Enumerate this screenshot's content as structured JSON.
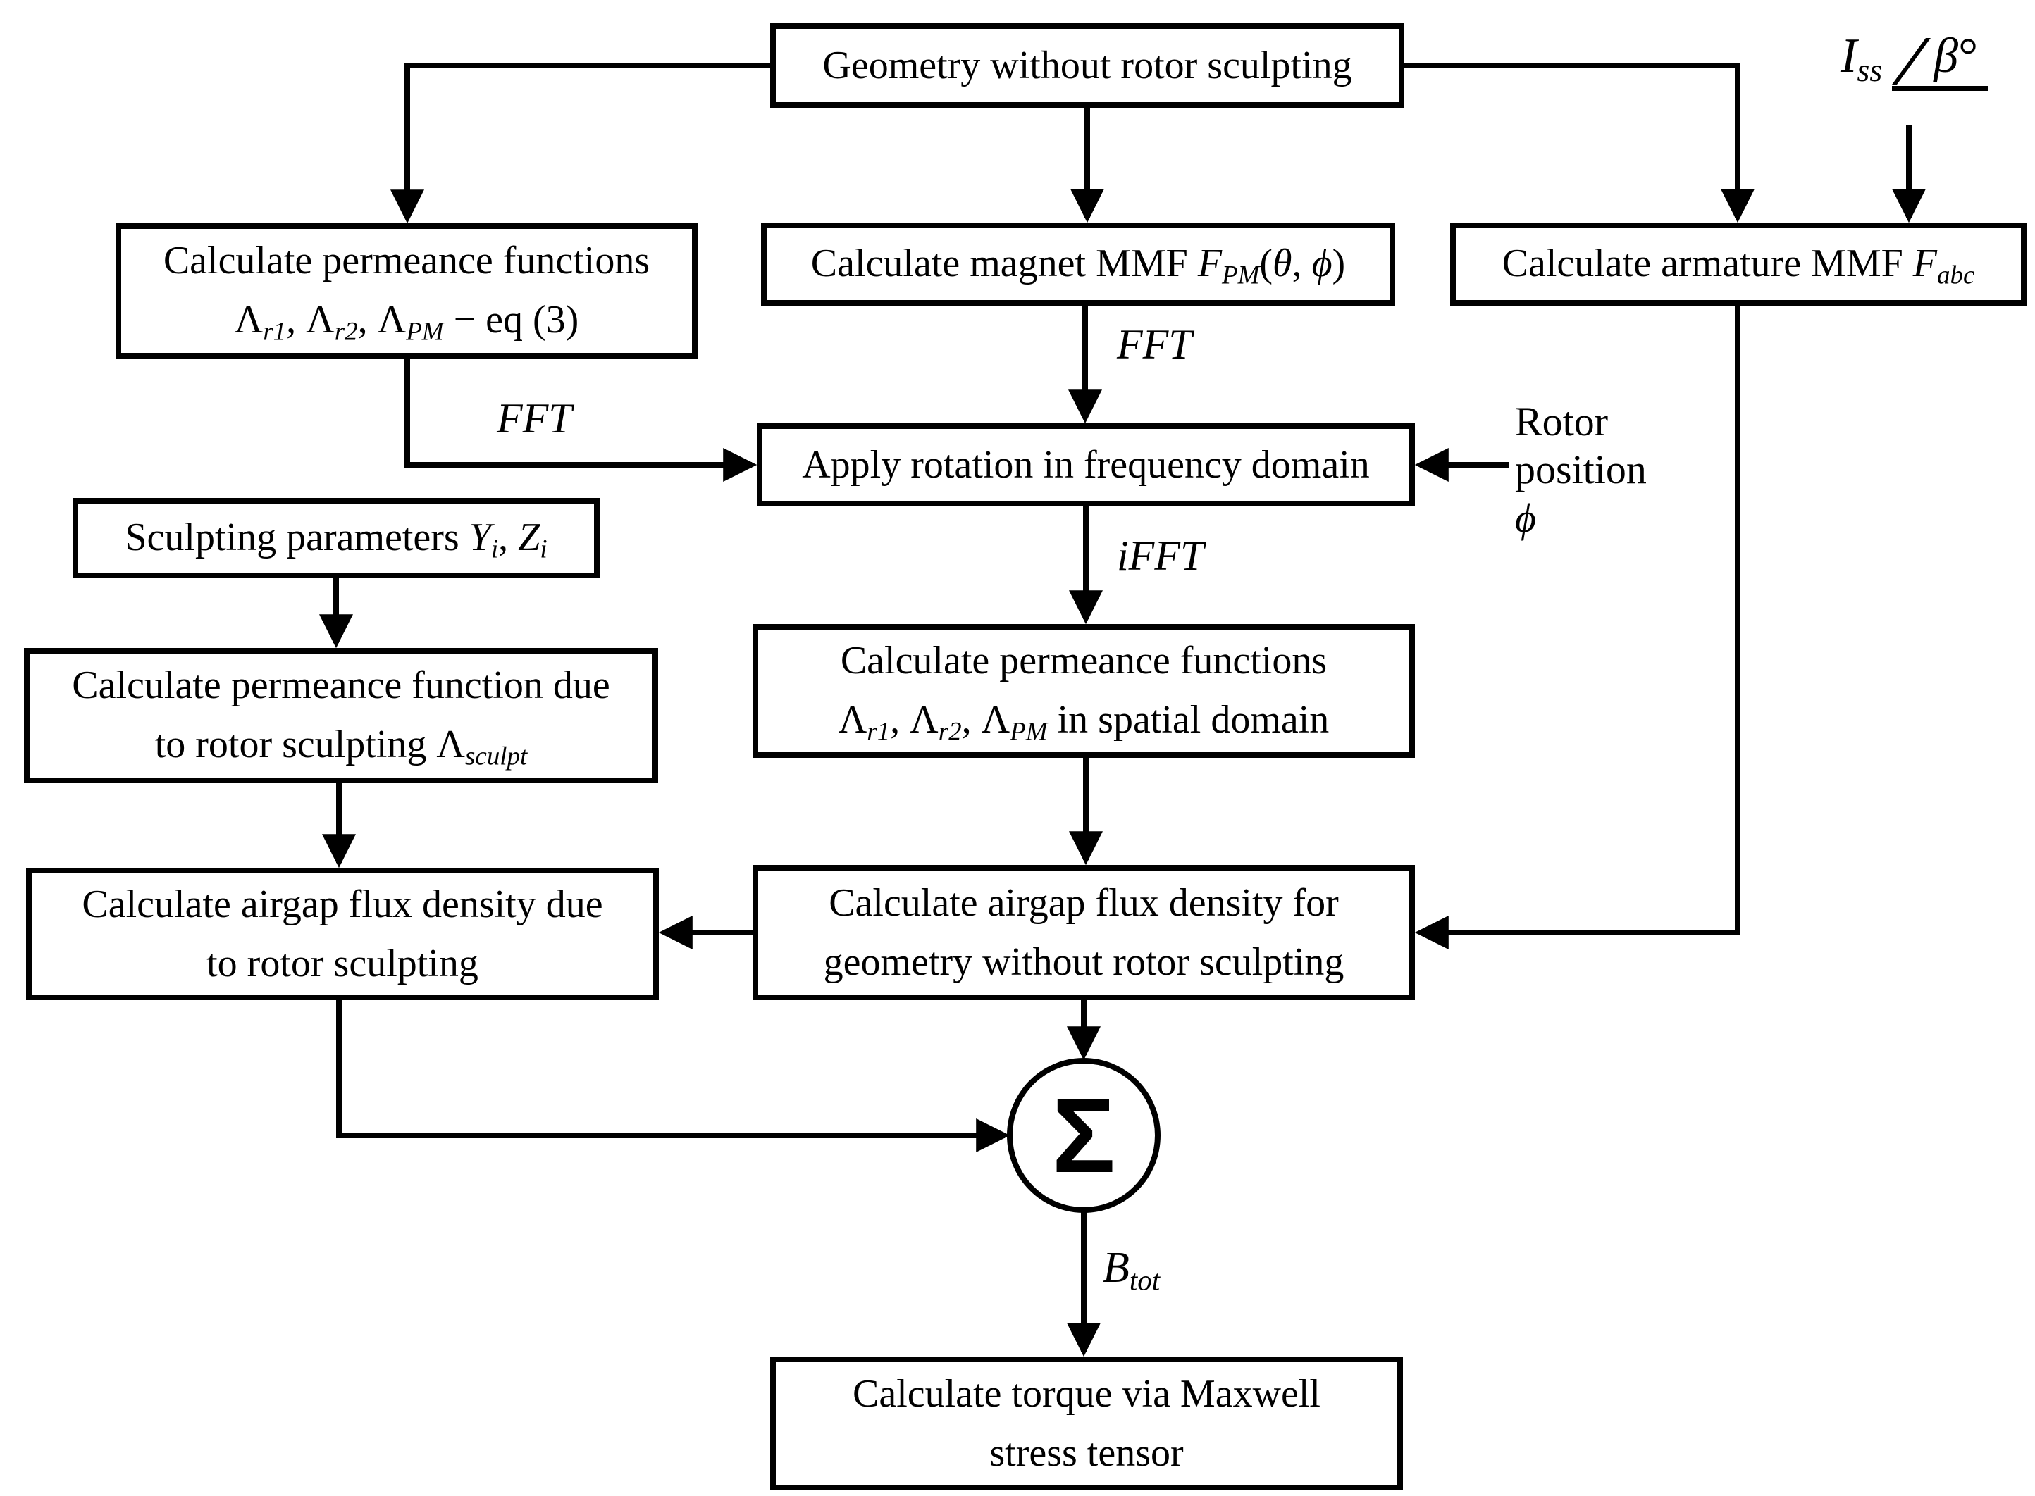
{
  "boxes": {
    "geometry": {
      "lines": [
        [
          [
            "n",
            "Geometry without rotor sculpting"
          ]
        ]
      ]
    },
    "perm_eq3": {
      "lines": [
        [
          [
            "n",
            "Calculate permeance functions"
          ]
        ],
        [
          [
            "n",
            "Λ"
          ],
          [
            "b",
            "r1"
          ],
          [
            "n",
            ", Λ"
          ],
          [
            "b",
            "r2"
          ],
          [
            "n",
            ", Λ"
          ],
          [
            "b",
            "PM"
          ],
          [
            "n",
            " − eq (3)"
          ]
        ]
      ]
    },
    "magnet_mmf": {
      "lines": [
        [
          [
            "n",
            "Calculate magnet MMF "
          ],
          [
            "i",
            "F"
          ],
          [
            "b",
            "PM"
          ],
          [
            "n",
            "("
          ],
          [
            "i",
            "θ"
          ],
          [
            "n",
            ", "
          ],
          [
            "i",
            "ϕ"
          ],
          [
            "n",
            ")"
          ]
        ]
      ]
    },
    "armature_mmf": {
      "lines": [
        [
          [
            "n",
            "Calculate armature MMF "
          ],
          [
            "i",
            "F"
          ],
          [
            "b",
            "abc"
          ]
        ]
      ]
    },
    "apply_rotation": {
      "lines": [
        [
          [
            "n",
            "Apply rotation in frequency domain"
          ]
        ]
      ]
    },
    "sculpt_params": {
      "lines": [
        [
          [
            "n",
            "Sculpting parameters "
          ],
          [
            "i",
            "Y"
          ],
          [
            "b",
            "i"
          ],
          [
            "n",
            ", "
          ],
          [
            "i",
            "Z"
          ],
          [
            "b",
            "i"
          ]
        ]
      ]
    },
    "perm_sculpt": {
      "lines": [
        [
          [
            "n",
            "Calculate permeance function due"
          ]
        ],
        [
          [
            "n",
            "to rotor sculpting Λ"
          ],
          [
            "b",
            "sculpt"
          ]
        ]
      ]
    },
    "spatial_perm": {
      "lines": [
        [
          [
            "n",
            "Calculate permeance functions"
          ]
        ],
        [
          [
            "n",
            "Λ"
          ],
          [
            "b",
            "r1"
          ],
          [
            "n",
            ", Λ"
          ],
          [
            "b",
            "r2"
          ],
          [
            "n",
            ", Λ"
          ],
          [
            "b",
            "PM"
          ],
          [
            "n",
            " in spatial domain"
          ]
        ]
      ]
    },
    "airgap_sculpt": {
      "lines": [
        [
          [
            "n",
            "Calculate airgap flux density due"
          ]
        ],
        [
          [
            "n",
            "to rotor sculpting"
          ]
        ]
      ]
    },
    "airgap_geom": {
      "lines": [
        [
          [
            "n",
            "Calculate airgap flux density for"
          ]
        ],
        [
          [
            "n",
            "geometry without rotor sculpting"
          ]
        ]
      ]
    },
    "torque": {
      "lines": [
        [
          [
            "n",
            "Calculate torque via Maxwell"
          ]
        ],
        [
          [
            "n",
            "stress tensor"
          ]
        ]
      ]
    }
  },
  "labels": {
    "iss_current": [
      [
        "i",
        "I"
      ],
      [
        "b",
        "ss"
      ]
    ],
    "iss_angle": [
      [
        "i",
        "β"
      ],
      [
        "n",
        "°"
      ]
    ],
    "fft_magnet": [
      [
        "i",
        "FFT"
      ]
    ],
    "fft_perm": [
      [
        "i",
        "FFT"
      ]
    ],
    "ifft": [
      [
        "i",
        "iFFT"
      ]
    ],
    "rotor_position_line1": [
      [
        "n",
        "Rotor"
      ]
    ],
    "rotor_position_line2": [
      [
        "n",
        "position"
      ]
    ],
    "rotor_position_line3": [
      [
        "i",
        "ϕ"
      ]
    ],
    "b_tot": [
      [
        "i",
        "B"
      ],
      [
        "b",
        "tot"
      ]
    ],
    "sum": [
      [
        "n",
        "Σ"
      ]
    ]
  },
  "colors": {
    "line": "#000000",
    "box_fill": "#ffffff",
    "background": "#ffffff"
  }
}
